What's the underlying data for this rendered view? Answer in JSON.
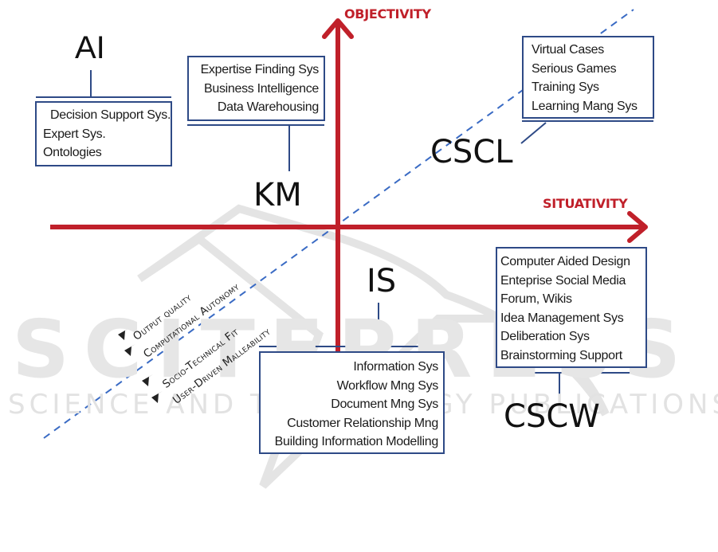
{
  "axes": {
    "vertical_label": "OBJECTIVITY",
    "horizontal_label": "SITUATIVITY",
    "color": "#c0202a"
  },
  "fields": {
    "ai": {
      "label": "AI",
      "items": [
        "Decision Support Sys.",
        "Expert Sys.",
        "Ontologies"
      ]
    },
    "km": {
      "label": "KM",
      "items": [
        "Expertise Finding Sys",
        "Business Intelligence",
        "Data Warehousing"
      ]
    },
    "cscl": {
      "label": "CSCL",
      "items": [
        "Virtual Cases",
        "Serious Games",
        "Training Sys",
        "Learning Mang Sys"
      ]
    },
    "is": {
      "label": "IS",
      "items": [
        "Information Sys",
        "Workflow Mng Sys",
        "Document Mng Sys",
        "Customer Relationship Mng",
        "Building Information Modelling"
      ]
    },
    "cscw": {
      "label": "CSCW",
      "items": [
        "Computer Aided Design",
        "Enteprise Social Media",
        "Forum, Wikis",
        "Idea Management Sys",
        "Deliberation Sys",
        "Brainstorming Support"
      ]
    }
  },
  "criteria": [
    "Output quality",
    "Computational Autonomy",
    "Socio-Technical Fit",
    "User-Driven Malleability"
  ],
  "watermark": {
    "line1": "SCITEPRESS",
    "line2": "SCIENCE AND TECHNOLOGY PUBLICATIONS"
  },
  "colors": {
    "box_border": "#2e4a86",
    "diagonal": "#3a6bc4"
  }
}
